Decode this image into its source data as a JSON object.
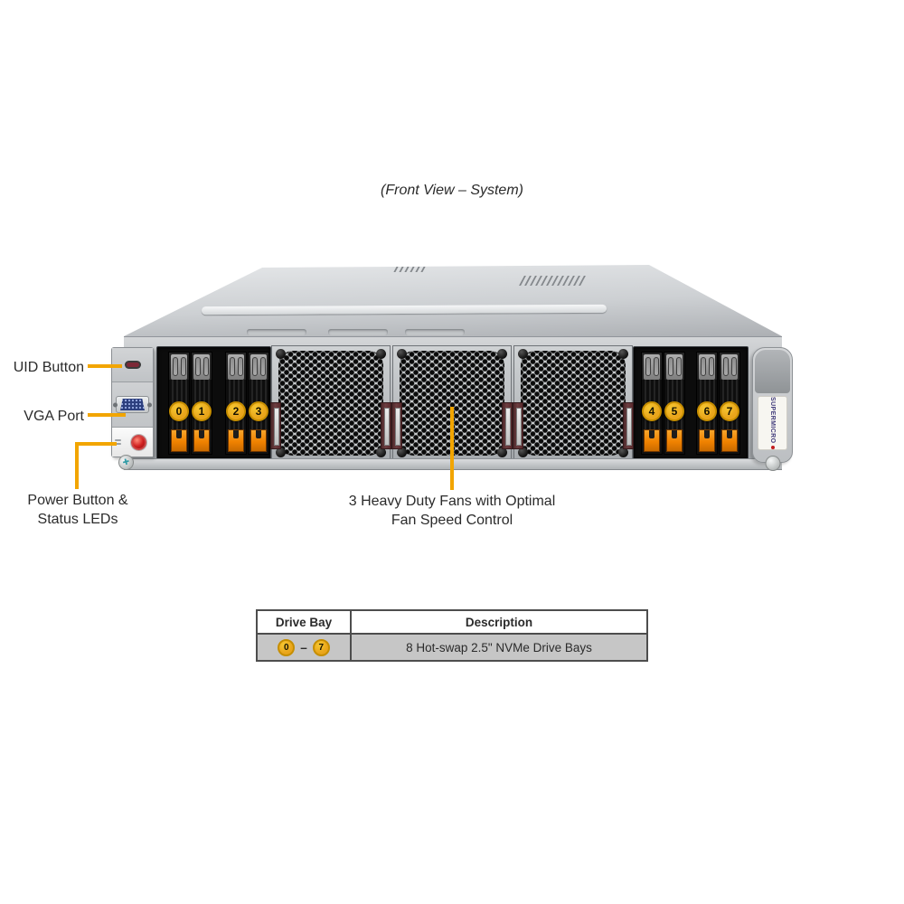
{
  "title": "(Front View – System)",
  "callouts": {
    "uid": "UID Button",
    "vga": "VGA Port",
    "power_line1": "Power Button &",
    "power_line2": "Status LEDs",
    "fan_line1": "3 Heavy Duty Fans with Optimal",
    "fan_line2": "Fan Speed Control"
  },
  "bays": [
    "0",
    "1",
    "2",
    "3",
    "4",
    "5",
    "6",
    "7"
  ],
  "logo_text": "SUPERMICRO",
  "thumbscrew_glyph": "✚",
  "table": {
    "header_bay": "Drive Bay",
    "header_desc": "Description",
    "bay_start": "0",
    "bay_range_dash": "–",
    "bay_end": "7",
    "description": "8 Hot-swap 2.5\" NVMe Drive Bays"
  },
  "colors": {
    "callout_line": "#F2A500",
    "badge_fill": "#E9A51B",
    "badge_border": "#C68E00",
    "latch_orange": "#F08200",
    "table_row_bg": "#C6C6C6"
  }
}
